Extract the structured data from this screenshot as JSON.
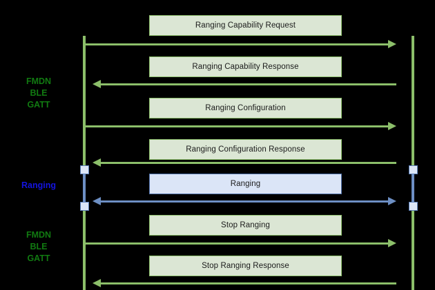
{
  "diagram": {
    "type": "sequence-diagram",
    "background_color": "#000000",
    "colors": {
      "green_line": "#8cbf6a",
      "green_box_fill": "#dbe6d4",
      "green_label_text": "#117a11",
      "blue_line": "#6d8fc4",
      "blue_box_fill": "#dbe5f7",
      "blue_box_border": "#4e6fa8",
      "blue_label_text": "#1414e0",
      "message_text": "#1a1a1a"
    }
  },
  "lifelines": [
    {
      "id": "left",
      "name": "left-lifeline"
    },
    {
      "id": "right",
      "name": "right-lifeline"
    }
  ],
  "side_labels": [
    {
      "id": "top",
      "text": "FMDN\nBLE\nGATT",
      "color": "#117a11"
    },
    {
      "id": "middle",
      "text": "Ranging",
      "color": "#1414e0"
    },
    {
      "id": "bottom",
      "text": "FMDN\nBLE\nGATT",
      "color": "#117a11"
    }
  ],
  "messages": [
    {
      "index": 0,
      "label": "Ranging Capability Request",
      "direction": "right",
      "style": "green"
    },
    {
      "index": 1,
      "label": "Ranging Capability Response",
      "direction": "left",
      "style": "green"
    },
    {
      "index": 2,
      "label": "Ranging Configuration",
      "direction": "right",
      "style": "green"
    },
    {
      "index": 3,
      "label": "Ranging Configuration Response",
      "direction": "left",
      "style": "green"
    },
    {
      "index": 4,
      "label": "Ranging",
      "direction": "both",
      "style": "blue"
    },
    {
      "index": 5,
      "label": "Stop Ranging",
      "direction": "right",
      "style": "green"
    },
    {
      "index": 6,
      "label": "Stop Ranging Response",
      "direction": "left",
      "style": "green"
    }
  ]
}
